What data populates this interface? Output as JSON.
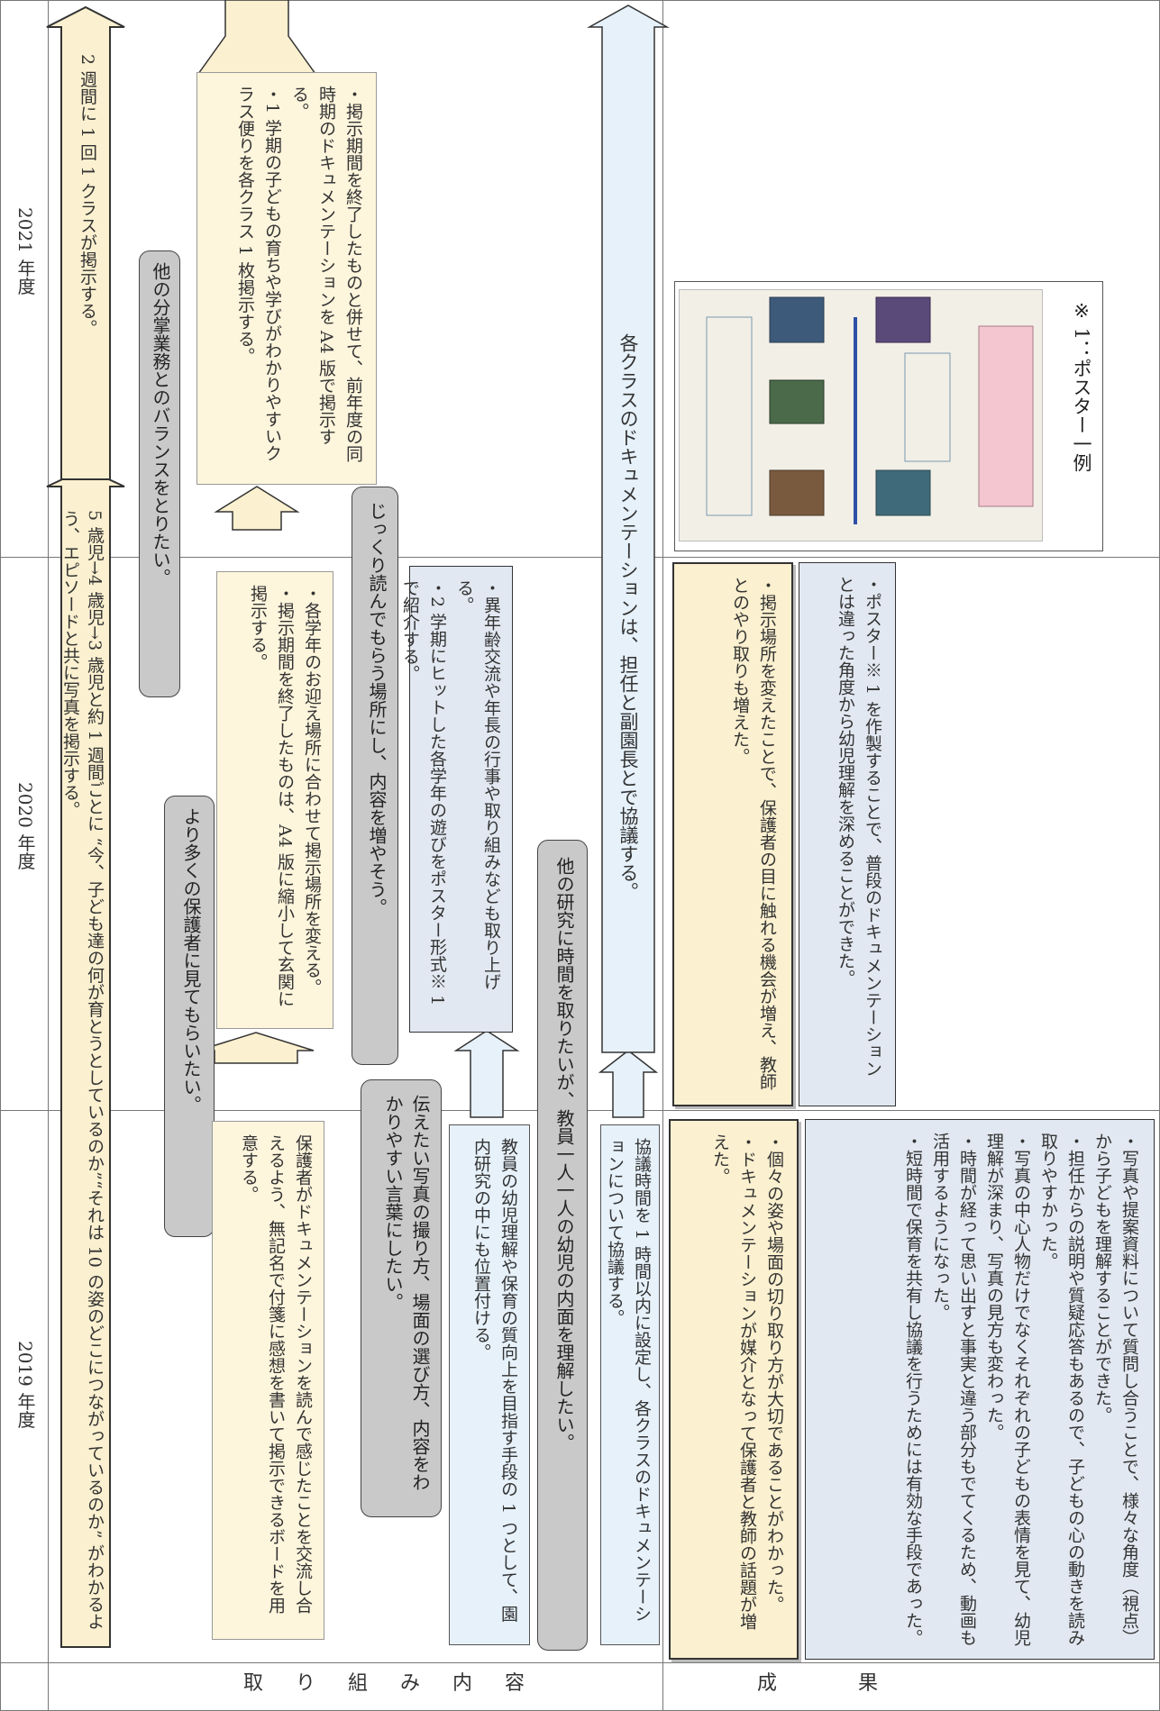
{
  "columns": {
    "y2019": "2019 年度",
    "y2020": "2020 年度",
    "y2021": "2021 年度"
  },
  "row_labels": {
    "activities": "取り組み内容",
    "results": "成果"
  },
  "activities": {
    "top_arrow_main": "5 歳児→4 歳児→3 歳児と約 1 週間ごとに “今、子ども達の何が育とうとしているのか”“それは 10 の姿のどこにつながっているのか” がわかるよう、エピソードと共に写真を掲示する。",
    "top_arrow_2021": "2 週間に 1 回 1 クラスが掲示する。",
    "bubble_other_work": "他の分掌業務とのバランスをとりたい。",
    "guardian_box": "保護者がドキュメンテーションを読んで感じたことを交流し合えるよう、無記名で付箋に感想を書いて掲示できるボードを用意する。",
    "bubble_more_guardians": "より多くの保護者に見てもらいたい。",
    "location_items": [
      "・各学年のお迎え場所に合わせて掲示場所を変える。",
      "・掲示期間を終了したものは、A4 版に縮小して玄関に掲示する。"
    ],
    "bubble_read_carefully": "じっくり読んでもらう場所にし、内容を増やそう。",
    "item_2021": [
      "・掲示期間を終了したものと併せて、前年度の同時期のドキュメンテーションを A4 版で掲示する。",
      "・1 学期の子どもの育ちや学びがわかりやすいクラス便りを各クラス 1 枚掲示する。"
    ],
    "bubble_photo": "伝えたい写真の撮り方、場面の選び方、内容をわかりやすい言葉にしたい。",
    "teacher_box": "教員の幼児理解や保育の質向上を目指す手段の 1 つとして、園内研究の中にも位置付ける。",
    "exchange_items": [
      "・異年齢交流や年長の行事や取り組みなども取り上げる。",
      "・2 学期にヒットした各学年の遊びをポスター形式※ 1 で紹介する。"
    ],
    "bubble_inner": "他の研究に時間を取りたいが、教員一人一人の幼児の内面を理解したい。",
    "meeting_box": "協議時間を 1 時間以内に設定し、各クラスのドキュメンテーションについて協議する。",
    "long_arrow": "各クラスのドキュメンテーションは、担任と副園長とで協議する。"
  },
  "results": {
    "r2019_peach": [
      "・個々の姿や場面の切り取り方が大切であることがわかった。",
      "・ドキュメンテーションが媒介となって保護者と教師の話題が増えた。"
    ],
    "r2019_blue": [
      "・写真や提案資料について質問し合うことで、様々な角度（視点）から子どもを理解することができた。",
      "・担任からの説明や質疑応答もあるので、子どもの心の動きを読み取りやすかった。",
      "・写真の中心人物だけでなくそれぞれの子どもの表情を見て、幼児理解が深まり、写真の見方も変わった。",
      "・時間が経って思い出すと事実と違う部分もでてくるため、動画も活用するようになった。",
      "・短時間で保育を共有し協議を行うためには有効な手段であった。"
    ],
    "r2020_peach": [
      "・掲示場所を変えたことで、保護者の目に触れる機会が増え、教師とのやり取りも増えた。"
    ],
    "r2020_blue": [
      "・ポスター※ 1 を作製することで、普段のドキュメンテーションとは違った角度から幼児理解を深めることができた。"
    ],
    "poster_caption": "※ 1：ポスター一例"
  },
  "colors": {
    "peach": "#fbf0cf",
    "blue": "#e6f1fa",
    "bubble_gray": "#c9c9c9"
  }
}
